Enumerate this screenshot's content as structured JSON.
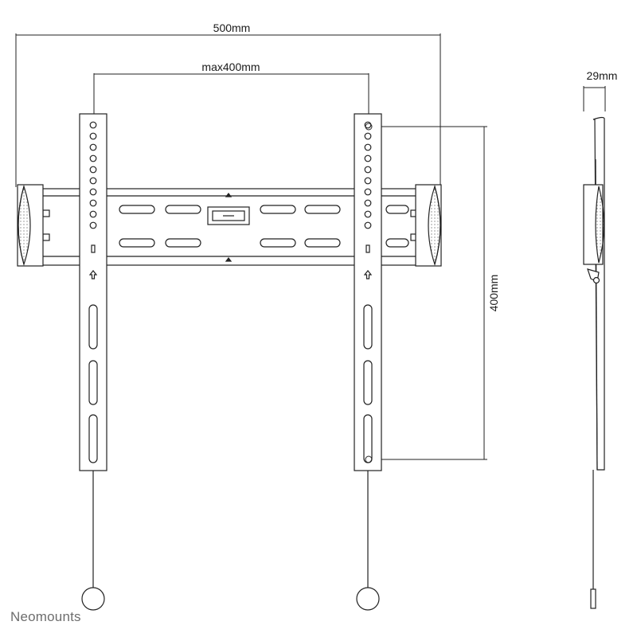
{
  "diagram": {
    "dimensions": {
      "total_width": "500mm",
      "vesa_horizontal": "max400mm",
      "vesa_vertical": "400mm",
      "depth": "29mm"
    },
    "brand": "Neomounts"
  }
}
